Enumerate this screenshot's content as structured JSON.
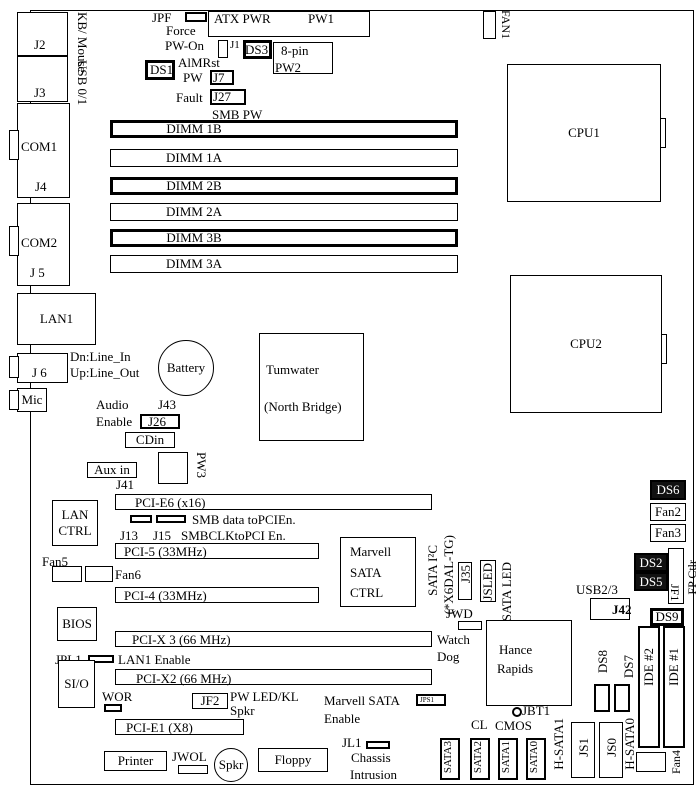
{
  "connectors": {
    "jpf": "JPF",
    "force": "Force",
    "atx_pwr": "ATX PWR",
    "pw1": "PW1",
    "fan1": "FAN1",
    "j2": "J2",
    "kb_mouse": "KB/ Mouse",
    "j3": "J3",
    "usb": "USB 0/1",
    "pw_on": "PW-On",
    "j1": "J1",
    "ds3": "DS3",
    "pin8": "8-pin",
    "pw2": "PW2",
    "ds1": "DS1",
    "almrst": "AlMRst",
    "pw": "PW",
    "j7": "J7",
    "fault": "Fault",
    "j27": "J27",
    "smb_pw": "SMB PW",
    "com1": "COM1",
    "j4": "J4",
    "com2": "COM2",
    "j5": "J 5",
    "lan1": "LAN1",
    "j6": "J 6",
    "line_in": "Dn:Line_In",
    "line_out": "Up:Line_Out",
    "mic": "Mic",
    "battery": "Battery",
    "audio": "Audio",
    "enable": "Enable",
    "j43": "J43",
    "j26": "J26",
    "cdin": "CDin",
    "pw3": "PW3",
    "aux_in": "Aux in",
    "j41": "J41",
    "lan_ctrl_a": "LAN",
    "lan_ctrl_b": "CTRL",
    "j13": "J13",
    "j15": "J15",
    "smb_data": "SMB data toPCIEn.",
    "smb_clk": "SMBCLKtoPCI En.",
    "fan5": "Fan5",
    "fan6": "Fan6",
    "bios": "BIOS",
    "jpl1": "JPL1",
    "lan1_enable": "LAN1 Enable",
    "sio": "SI/O",
    "wor": "WOR",
    "jf2": "JF2",
    "pw_led": "PW LED/KL",
    "spkr_lbl": "Spkr",
    "marvell_sata": "Marvell SATA",
    "jps1": "JPS1",
    "marvell_enable": "Enable",
    "printer": "Printer",
    "jwol": "JWOL",
    "spkr": "Spkr",
    "floppy": "Floppy",
    "jl1": "JL1",
    "chassis": "Chassis",
    "intrusion": "Intrusion",
    "tumwater_a": "Tumwater",
    "tumwater_b": "(North Bridge)",
    "marvell_a": "Marvell",
    "marvell_b": "SATA",
    "marvell_c": "CTRL",
    "sata_i2c": "SATA I²C",
    "x6dal": "(*X6DAL-TG)",
    "j35": "J35",
    "jsled": "JSLED",
    "sata_led": "SATA LED",
    "jwd": "JWD",
    "watch": "Watch",
    "dog": "Dog",
    "hance_a": "Hance",
    "hance_b": "Rapids",
    "jbt1": "JBT1",
    "cl": "CL",
    "cmos": "CMOS",
    "sata3": "SATA3",
    "sata2": "SATA2",
    "sata1": "SATA1",
    "sata0": "SATA0",
    "hsata1": "H-SATA1",
    "hsata0": "H-SATA0",
    "js1": "JS1",
    "js0": "JS0",
    "ds8": "DS8",
    "ds7": "DS7",
    "ide2": "IDE #2",
    "ide1": "IDE #1",
    "usb23": "USB2/3",
    "j42": "J42",
    "ds9": "DS9",
    "ds6": "DS6",
    "fan2": "Fan2",
    "fan3": "Fan3",
    "ds2": "DS2",
    "ds5": "DS5",
    "jf1": "JF1",
    "fp_ctrl": "FP Ctlr",
    "fan4": "Fan4",
    "cpu1": "CPU1",
    "cpu2": "CPU2"
  },
  "dimms": [
    "DIMM 1B",
    "DIMM 1A",
    "DIMM 2B",
    "DIMM 2A",
    "DIMM 3B",
    "DIMM 3A"
  ],
  "slots": {
    "pci_e6": "PCI-E6 (x16)",
    "pci5": "PCI-5 (33MHz)",
    "pci4": "PCI-4 (33MHz)",
    "pcix3": "PCI-X 3 (66 MHz)",
    "pcix2": "PCI-X2 (66 MHz)",
    "pci_e1": "PCI-E1 (X8)"
  }
}
